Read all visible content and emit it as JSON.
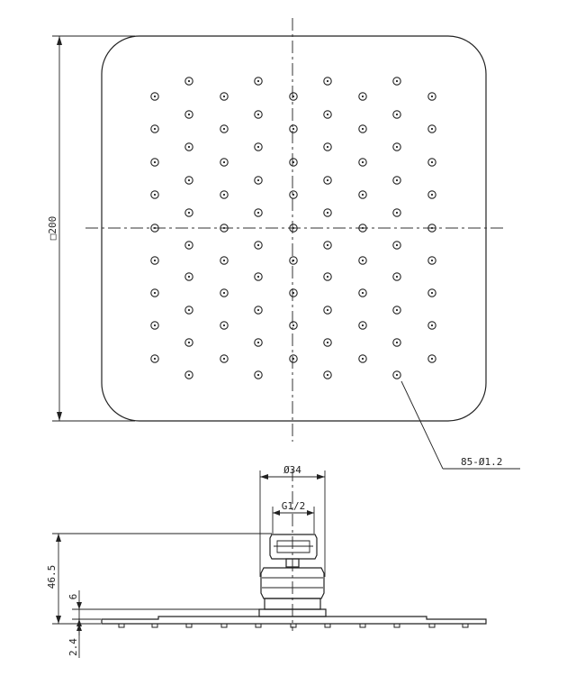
{
  "dimensions": {
    "overall_size": "□200",
    "nozzles": "85-Ø1.2",
    "connector_diameter": "Ø34",
    "thread": "G1/2",
    "height": "46.5",
    "plate_gap": "6",
    "plate_thickness": "2.4"
  }
}
